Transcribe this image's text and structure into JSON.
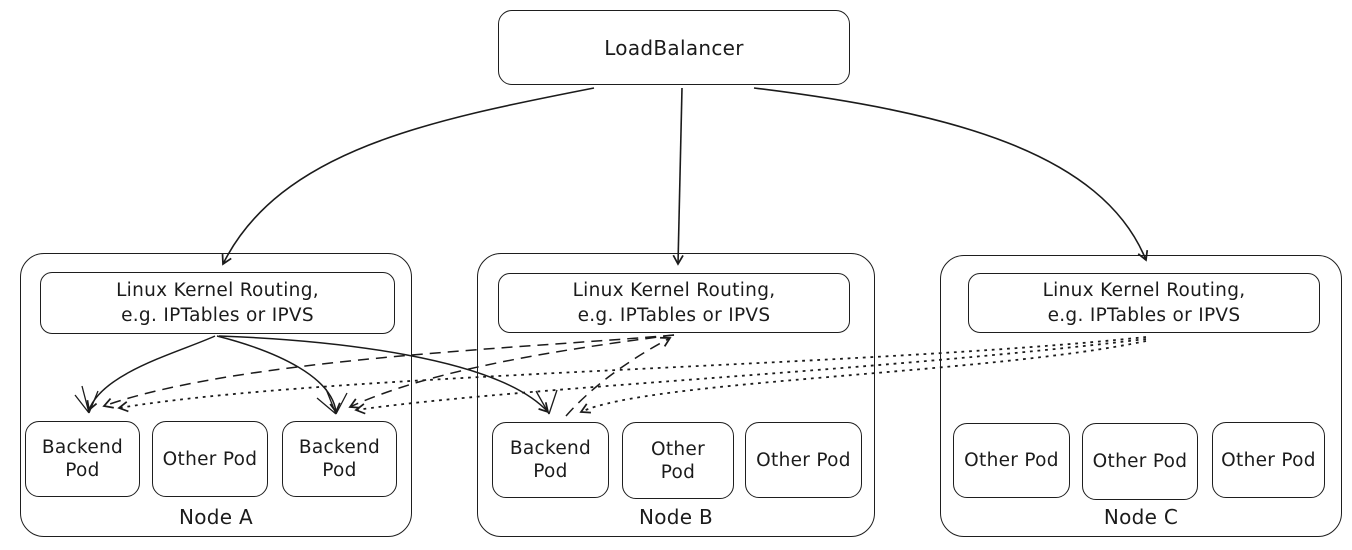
{
  "colors": {
    "stroke": "#1b1b1b",
    "background": "#ffffff"
  },
  "loadbalancer": {
    "label": "LoadBalancer"
  },
  "nodes": [
    {
      "name": "Node A",
      "routing": {
        "line1": "Linux Kernel Routing,",
        "line2": "e.g. IPTables or IPVS"
      },
      "pods": [
        {
          "label": "Backend Pod"
        },
        {
          "label": "Other Pod"
        },
        {
          "label": "Backend Pod"
        }
      ]
    },
    {
      "name": "Node B",
      "routing": {
        "line1": "Linux Kernel Routing,",
        "line2": "e.g. IPTables or IPVS"
      },
      "pods": [
        {
          "label": "Backend Pod"
        },
        {
          "label": "Other Pod"
        },
        {
          "label": "Other Pod"
        }
      ]
    },
    {
      "name": "Node C",
      "routing": {
        "line1": "Linux Kernel Routing,",
        "line2": "e.g. IPTables or IPVS"
      },
      "pods": [
        {
          "label": "Other Pod"
        },
        {
          "label": "Other Pod"
        },
        {
          "label": "Other Pod"
        }
      ]
    }
  ],
  "edges": [
    {
      "from": "LoadBalancer",
      "to": "Node A / Linux Kernel Routing",
      "style": "solid"
    },
    {
      "from": "LoadBalancer",
      "to": "Node B / Linux Kernel Routing",
      "style": "solid"
    },
    {
      "from": "LoadBalancer",
      "to": "Node C / Linux Kernel Routing",
      "style": "solid"
    },
    {
      "from": "Node A / Linux Kernel Routing",
      "to": "Node A / Backend Pod (left)",
      "style": "solid"
    },
    {
      "from": "Node A / Linux Kernel Routing",
      "to": "Node A / Backend Pod (right)",
      "style": "solid"
    },
    {
      "from": "Node A / Linux Kernel Routing",
      "to": "Node B / Backend Pod",
      "style": "solid"
    },
    {
      "from": "Node B / Linux Kernel Routing",
      "to": "Node A / Backend Pod (left)",
      "style": "dashed"
    },
    {
      "from": "Node B / Linux Kernel Routing",
      "to": "Node A / Backend Pod (right)",
      "style": "dashed"
    },
    {
      "from": "Node B / Linux Kernel Routing",
      "to": "Node B / Backend Pod",
      "style": "dashed"
    },
    {
      "from": "Node C / Linux Kernel Routing",
      "to": "Node A / Backend Pod (left)",
      "style": "dotted"
    },
    {
      "from": "Node C / Linux Kernel Routing",
      "to": "Node A / Backend Pod (right)",
      "style": "dotted"
    },
    {
      "from": "Node C / Linux Kernel Routing",
      "to": "Node B / Backend Pod",
      "style": "dotted"
    }
  ]
}
